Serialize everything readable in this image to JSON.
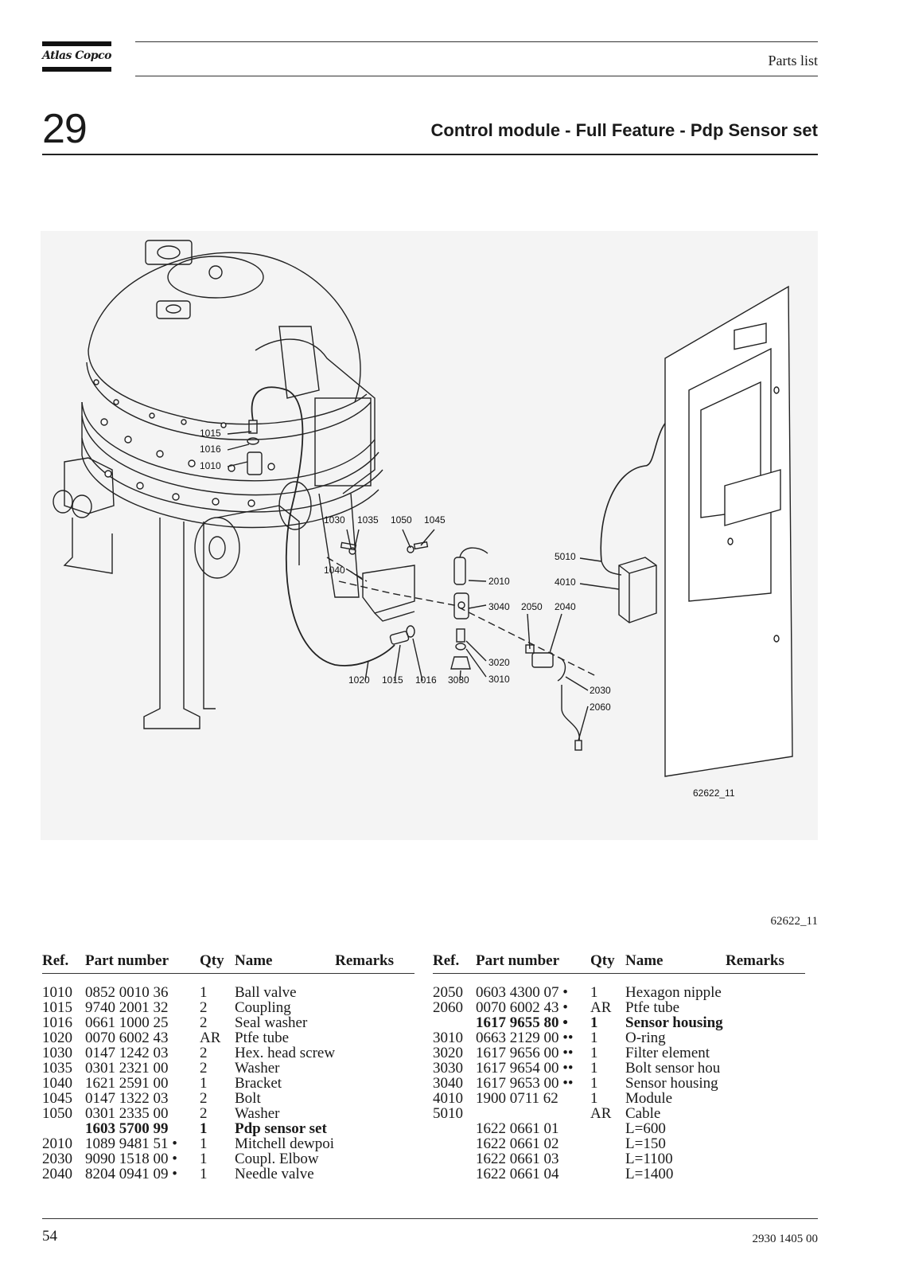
{
  "header": {
    "brand": "Atlas Copco",
    "section_label": "Parts list",
    "chapter_number": "29",
    "title": "Control module - Full Feature - Pdp Sensor set"
  },
  "figure": {
    "drawing_id": "62622_11",
    "reference_label": "62622_11",
    "callouts": [
      "1015",
      "1016",
      "1010",
      "1030",
      "1035",
      "1050",
      "1045",
      "1040",
      "2010",
      "3040",
      "2050",
      "2040",
      "5010",
      "4010",
      "1020",
      "1015",
      "1016",
      "3030",
      "3020",
      "3010",
      "2030",
      "2060"
    ]
  },
  "table_headers": {
    "ref": "Ref.",
    "part_number": "Part number",
    "qty": "Qty",
    "name": "Name",
    "remarks": "Remarks"
  },
  "parts_left": [
    {
      "ref": "1010",
      "part_number": "0852 0010 36",
      "qty": "1",
      "name": "Ball valve",
      "remarks": ""
    },
    {
      "ref": "1015",
      "part_number": "9740 2001 32",
      "qty": "2",
      "name": "Coupling",
      "remarks": ""
    },
    {
      "ref": "1016",
      "part_number": "0661 1000 25",
      "qty": "2",
      "name": "Seal washer",
      "remarks": ""
    },
    {
      "ref": "1020",
      "part_number": "0070 6002 43",
      "qty": "AR",
      "name": "Ptfe tube",
      "remarks": ""
    },
    {
      "ref": "1030",
      "part_number": "0147 1242 03",
      "qty": "2",
      "name": "Hex. head screw",
      "remarks": ""
    },
    {
      "ref": "1035",
      "part_number": "0301 2321 00",
      "qty": "2",
      "name": "Washer",
      "remarks": ""
    },
    {
      "ref": "1040",
      "part_number": "1621 2591 00",
      "qty": "1",
      "name": "Bracket",
      "remarks": ""
    },
    {
      "ref": "1045",
      "part_number": "0147 1322 03",
      "qty": "2",
      "name": "Bolt",
      "remarks": ""
    },
    {
      "ref": "1050",
      "part_number": "0301 2335 00",
      "qty": "2",
      "name": "Washer",
      "remarks": ""
    },
    {
      "ref": "",
      "part_number": "1603 5700 99",
      "qty": "1",
      "name": "Pdp sensor set",
      "remarks": "",
      "bold": true
    },
    {
      "ref": "2010",
      "part_number": "1089 9481 51 •",
      "qty": "1",
      "name": "Mitchell dewpoi",
      "remarks": ""
    },
    {
      "ref": "2030",
      "part_number": "9090 1518 00 •",
      "qty": "1",
      "name": "Coupl. Elbow",
      "remarks": ""
    },
    {
      "ref": "2040",
      "part_number": "8204 0941 09 •",
      "qty": "1",
      "name": "Needle valve",
      "remarks": ""
    }
  ],
  "parts_right": [
    {
      "ref": "2050",
      "part_number": "0603 4300 07 •",
      "qty": "1",
      "name": "Hexagon nipple",
      "remarks": ""
    },
    {
      "ref": "2060",
      "part_number": "0070 6002 43 •",
      "qty": "AR",
      "name": "Ptfe tube",
      "remarks": ""
    },
    {
      "ref": "",
      "part_number": "1617 9655 80 •",
      "qty": "1",
      "name": "Sensor housing",
      "remarks": "",
      "bold": true
    },
    {
      "ref": "3010",
      "part_number": "0663 2129 00 ••",
      "qty": "1",
      "name": "O-ring",
      "remarks": ""
    },
    {
      "ref": "3020",
      "part_number": "1617 9656 00 ••",
      "qty": "1",
      "name": "Filter element",
      "remarks": ""
    },
    {
      "ref": "3030",
      "part_number": "1617 9654 00 ••",
      "qty": "1",
      "name": "Bolt sensor hou",
      "remarks": ""
    },
    {
      "ref": "3040",
      "part_number": "1617 9653 00 ••",
      "qty": "1",
      "name": "Sensor housing",
      "remarks": ""
    },
    {
      "ref": "4010",
      "part_number": "1900 0711 62",
      "qty": "1",
      "name": "Module",
      "remarks": ""
    },
    {
      "ref": "5010",
      "part_number": "",
      "qty": "AR",
      "name": "Cable",
      "remarks": ""
    },
    {
      "ref": "",
      "part_number": "1622 0661 01",
      "qty": "",
      "name": "L=600",
      "remarks": ""
    },
    {
      "ref": "",
      "part_number": "1622 0661 02",
      "qty": "",
      "name": "L=150",
      "remarks": ""
    },
    {
      "ref": "",
      "part_number": "1622 0661 03",
      "qty": "",
      "name": "L=1100",
      "remarks": ""
    },
    {
      "ref": "",
      "part_number": "1622 0661 04",
      "qty": "",
      "name": "L=1400",
      "remarks": ""
    }
  ],
  "footer": {
    "page_number": "54",
    "document_number": "2930 1405 00"
  }
}
